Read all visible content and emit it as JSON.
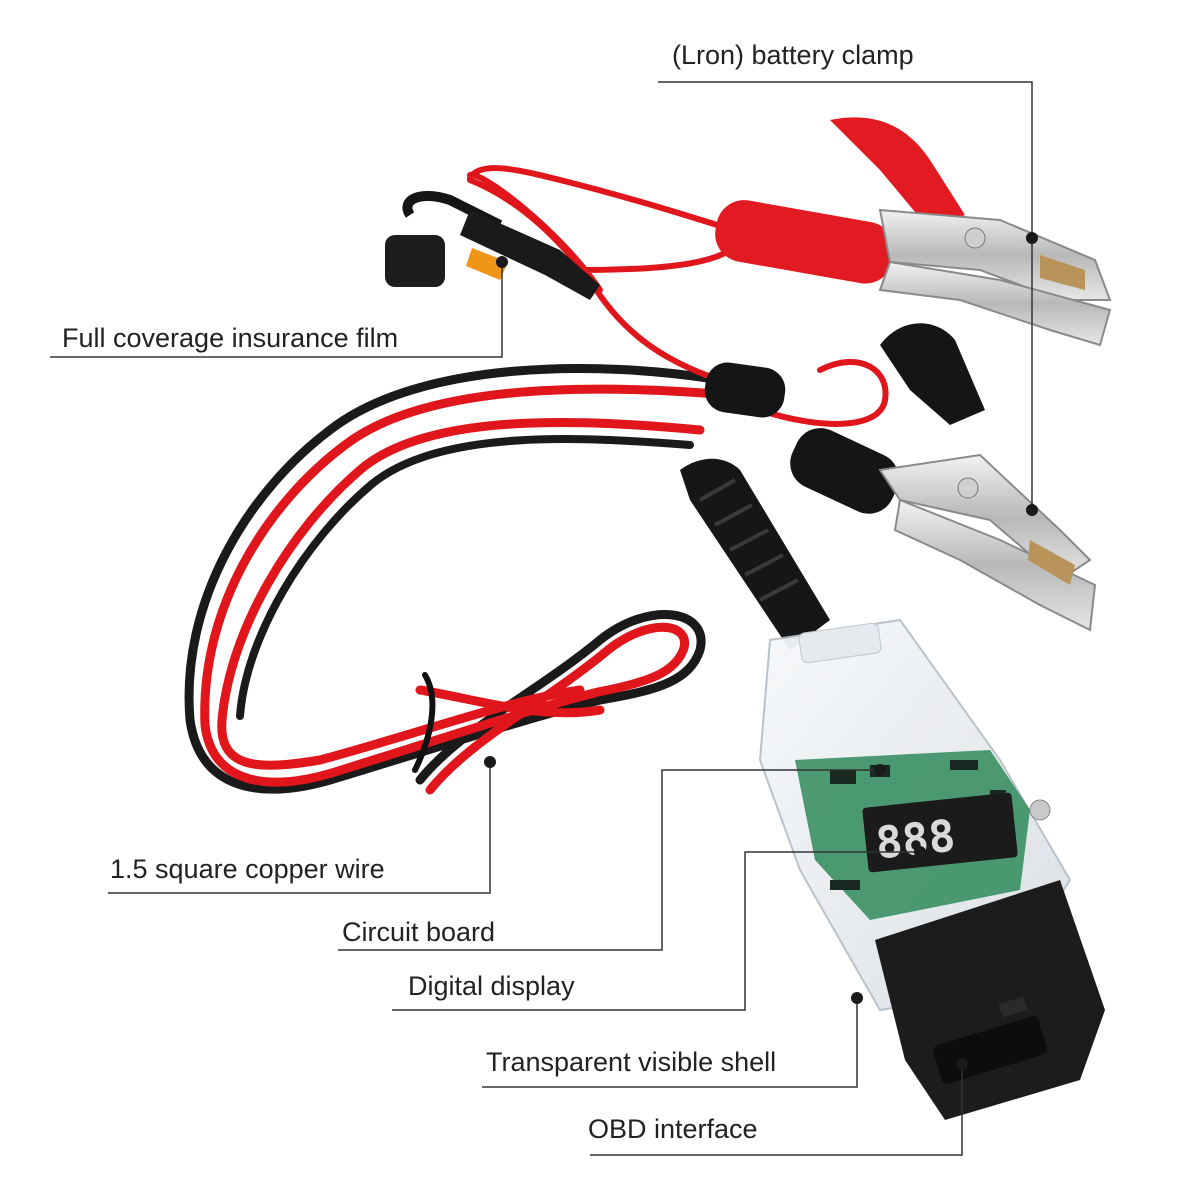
{
  "labels": {
    "battery_clamp": "(Lron) battery clamp",
    "insurance_film": "Full coverage insurance film",
    "copper_wire": "1.5 square copper wire",
    "circuit_board": "Circuit board",
    "digital_display": "Digital display",
    "transparent_shell": "Transparent visible shell",
    "obd_interface": "OBD interface"
  },
  "display_digits": "888",
  "colors": {
    "wire_red": "#e0161c",
    "wire_black": "#1a1a1a",
    "clamp_red": "#e21a22",
    "clamp_black": "#151515",
    "metal": "#c9c9c9",
    "shell": "#eef2f5",
    "pcb_green": "#2f8a5a",
    "fuse_amber": "#f08a00",
    "leader_line": "#333333"
  }
}
